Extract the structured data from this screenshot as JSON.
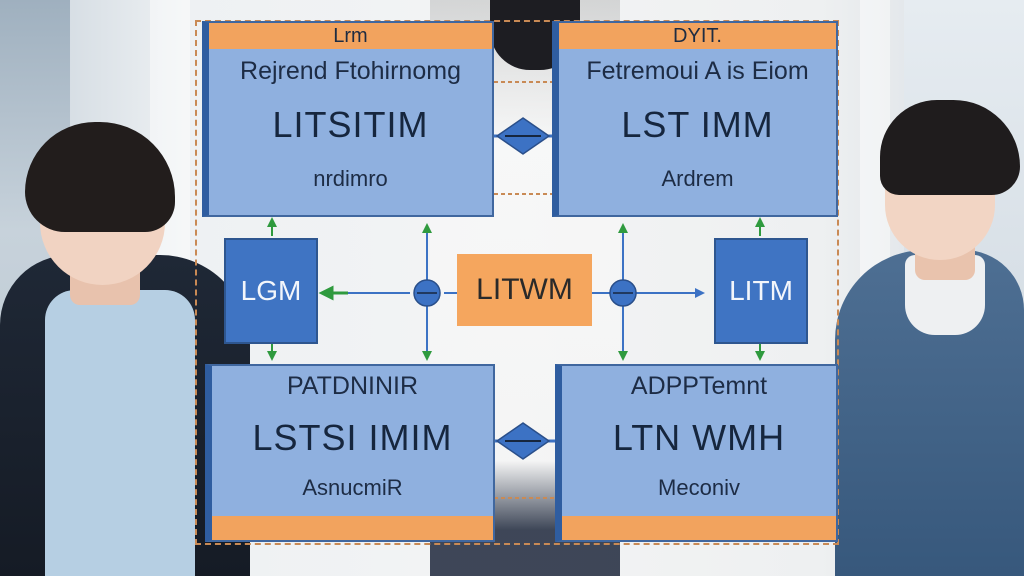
{
  "modules": {
    "top_left": {
      "header": "Lrm",
      "subtitle": "Rejrend Ftohirnomg",
      "main": "LITSITIM",
      "caption": "nrdimro"
    },
    "top_right": {
      "header": "DYIT.",
      "subtitle": "Fetremoui A is Eiom",
      "main": "LST IMM",
      "caption": "Ardrem"
    },
    "bottom_left": {
      "subtitle": "PATDNINIR",
      "main": "LSTSI IMIM",
      "caption": "AsnucmiR"
    },
    "bottom_right": {
      "subtitle": "ADPPTemnt",
      "main": "LTN WMH",
      "caption": "Meconiv"
    }
  },
  "small_boxes": {
    "left": "LGM",
    "right": "LITM"
  },
  "center_box": "LITWM",
  "colors": {
    "module_fill": "#8fb0df",
    "module_border": "#2f5da0",
    "header_orange": "#f2a35e",
    "small_box_blue": "#3f74c3",
    "arrow_green": "#2f9a3e",
    "connector_blue": "#3c72c4"
  }
}
